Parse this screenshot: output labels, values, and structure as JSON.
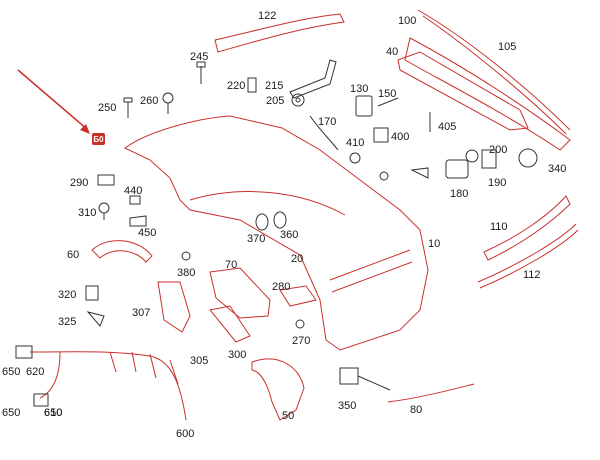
{
  "diagram": {
    "labels": [
      "122",
      "100",
      "105",
      "245",
      "40",
      "220",
      "215",
      "260",
      "250",
      "130",
      "150",
      "205",
      "170",
      "410",
      "400",
      "405",
      "290",
      "440",
      "200",
      "10",
      "180",
      "190",
      "340",
      "310",
      "450",
      "370",
      "360",
      "60",
      "380",
      "70",
      "20",
      "110",
      "112",
      "320",
      "325",
      "280",
      "307",
      "270",
      "305",
      "300",
      "650",
      "620",
      "610",
      "600",
      "50",
      "350",
      "80"
    ],
    "callout_text": "Б0",
    "arrow_color": "#c9302c"
  }
}
